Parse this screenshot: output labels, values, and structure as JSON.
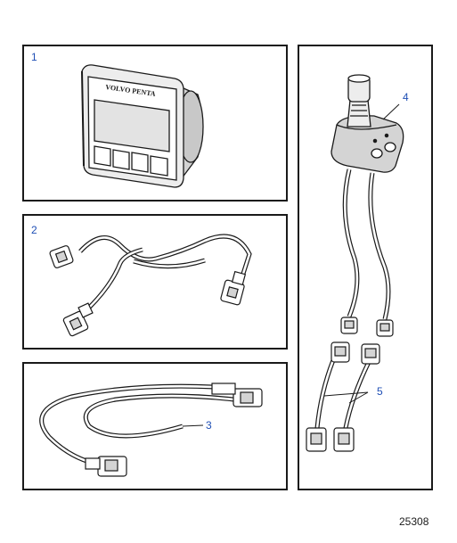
{
  "callouts": {
    "c1": "1",
    "c2": "2",
    "c3": "3",
    "c4": "4",
    "c5": "5"
  },
  "display_brand": "VOLVO PENTA",
  "figure_number": "25308",
  "colors": {
    "line": "#1a1a1a",
    "callout": "#1f4fb5",
    "screen": "#e3e3e3",
    "body_gray": "#d4d4d4"
  },
  "parts": [
    {
      "ref": "1",
      "icon": "display-unit-icon"
    },
    {
      "ref": "2",
      "icon": "y-cable-harness-icon"
    },
    {
      "ref": "3",
      "icon": "extension-cable-icon"
    },
    {
      "ref": "4",
      "icon": "joystick-control-icon"
    },
    {
      "ref": "5",
      "icon": "adapter-cables-icon"
    }
  ]
}
